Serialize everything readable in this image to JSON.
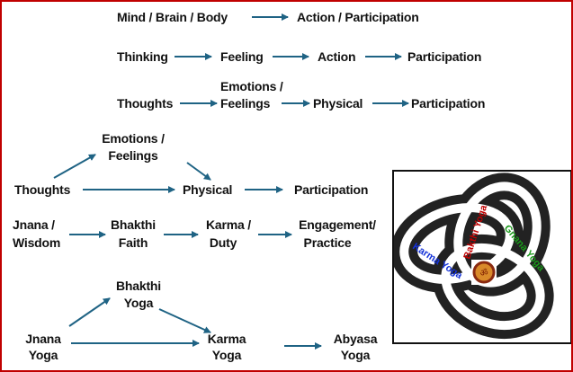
{
  "arrow_color": "#1f6384",
  "frame_color": "#c00000",
  "row1": {
    "from": "Mind / Brain / Body",
    "to": "Action / Participation"
  },
  "row2": [
    "Thinking",
    "Feeling",
    "Action",
    "Participation"
  ],
  "row3": {
    "a": "Thoughts",
    "b1": "Emotions /",
    "b2": "Feelings",
    "c": "Physical",
    "d": "Participation"
  },
  "row4": {
    "a": "Thoughts",
    "b1": "Emotions /",
    "b2": "Feelings",
    "c": "Physical",
    "d": "Participation"
  },
  "row5": {
    "a1": "Jnana /",
    "a2": "Wisdom",
    "b1": "Bhakthi",
    "b2": "Faith",
    "c1": "Karma  /",
    "c2": "Duty",
    "d1": "Engagement/",
    "d2": "Practice"
  },
  "row6": {
    "a1": "Jnana",
    "a2": "Yoga",
    "b1": "Bhakthi",
    "b2": "Yoga",
    "c1": "Karma",
    "c2": "Yoga",
    "d1": "Abyasa",
    "d2": "Yoga"
  },
  "knot": {
    "karma": "Karma Yoga",
    "bakthi": "Bakthi Yoga",
    "gnana": "Gnana Yoga",
    "karma_color": "#1432d8",
    "bakthi_color": "#c00000",
    "gnana_color": "#1a9a1a",
    "center_icon": "om-symbol-icon"
  }
}
